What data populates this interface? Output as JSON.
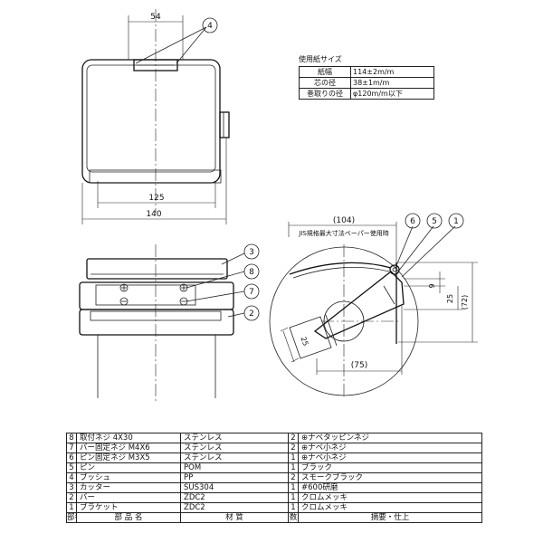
{
  "callouts": {
    "top_view": [
      "4"
    ],
    "side_view": [
      "3",
      "8",
      "7",
      "2"
    ],
    "end_view": [
      "6",
      "5",
      "1"
    ]
  },
  "dimensions": {
    "top_width": "54",
    "inner_width": "125",
    "overall_width": "140",
    "reach": "(104)",
    "note": "JIS規格最大寸法ペーパー使用時",
    "offset_small": "9",
    "offset_mid": "25",
    "height_total": "(72)",
    "arm_width": "25",
    "arm_length": "(75)"
  },
  "paper_spec": {
    "title": "使用紙サイズ",
    "rows": [
      {
        "key": "紙幅",
        "value": "114±2m/m"
      },
      {
        "key": "芯の径",
        "value": "38±1m/m"
      },
      {
        "key": "巻取りの径",
        "value": "φ120m/m以下"
      }
    ]
  },
  "parts_table": {
    "rows": [
      {
        "no": "8",
        "name": "取付ネジ 4X30",
        "material": "ステンレス",
        "qty": "2",
        "remark": "⊕ナベタッピンネジ"
      },
      {
        "no": "7",
        "name": "バー固定ネジ M4X6",
        "material": "ステンレス",
        "qty": "2",
        "remark": "⊕ナベ小ネジ"
      },
      {
        "no": "6",
        "name": "ピン固定ネジ M3X5",
        "material": "ステンレス",
        "qty": "1",
        "remark": "⊕ナベ小ネジ"
      },
      {
        "no": "5",
        "name": "ピン",
        "material": "POM",
        "qty": "1",
        "remark": "ブラック"
      },
      {
        "no": "4",
        "name": "ブッシュ",
        "material": "PP",
        "qty": "2",
        "remark": "スモークブラック"
      },
      {
        "no": "3",
        "name": "カッター",
        "material": "SUS304",
        "qty": "1",
        "remark": "#600研磨"
      },
      {
        "no": "2",
        "name": "バー",
        "material": "ZDC2",
        "qty": "1",
        "remark": "クロムメッキ"
      },
      {
        "no": "1",
        "name": "ブラケット",
        "material": "ZDC2",
        "qty": "1",
        "remark": "クロムメッキ"
      }
    ],
    "header": {
      "no": "部番",
      "name": "部 品 名",
      "material": "材 質",
      "qty": "数",
      "remark": "摘要・仕上"
    }
  }
}
